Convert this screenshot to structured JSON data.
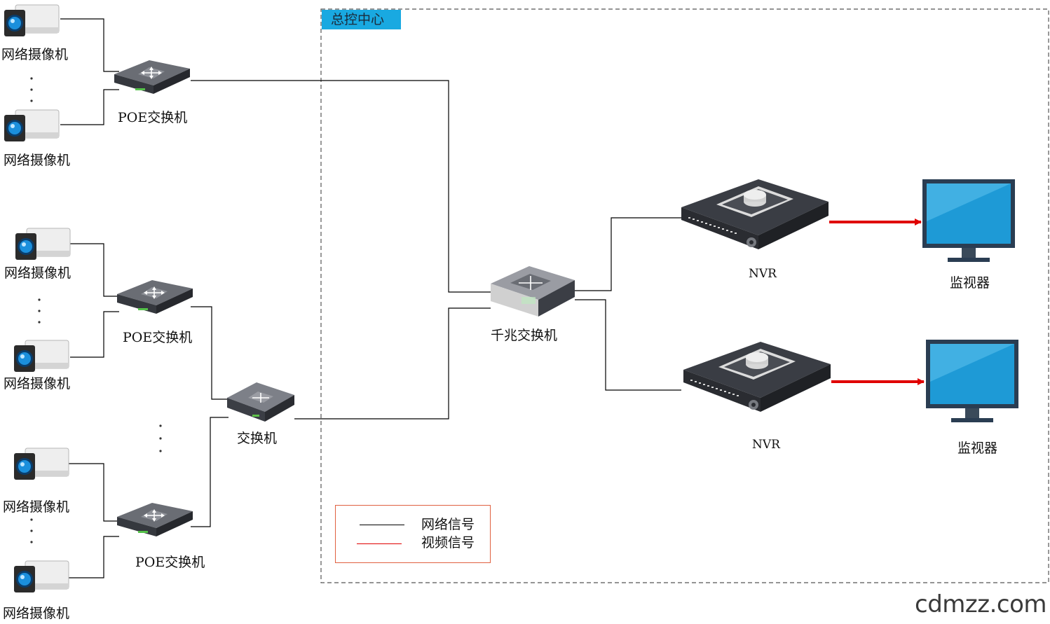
{
  "control_center": {
    "title": "总控中心"
  },
  "cameras": [
    {
      "label": "网络摄像机"
    },
    {
      "label": "网络摄像机"
    },
    {
      "label": "网络摄像机"
    },
    {
      "label": "网络摄像机"
    },
    {
      "label": "网络摄像机"
    },
    {
      "label": "网络摄像机"
    }
  ],
  "poe_switches": [
    {
      "label": "POE交换机"
    },
    {
      "label": "POE交换机"
    },
    {
      "label": "POE交换机"
    }
  ],
  "switch": {
    "label": "交换机"
  },
  "gigabit_switch": {
    "label": "千兆交换机"
  },
  "nvrs": [
    {
      "label": "NVR"
    },
    {
      "label": "NVR"
    }
  ],
  "monitors": [
    {
      "label": "监视器"
    },
    {
      "label": "监视器"
    }
  ],
  "legend": {
    "network": "网络信号",
    "video": "视频信号"
  },
  "colors": {
    "network_line": "#000000",
    "video_line": "#e00000",
    "tag_bg": "#19a9e1",
    "device_dark": "#3b3e45",
    "screen_blue": "#1e9ad6"
  },
  "watermark": "cdmzz.com"
}
